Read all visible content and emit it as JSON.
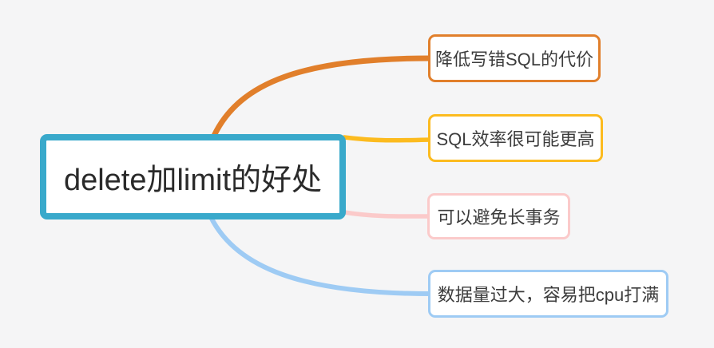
{
  "canvas": {
    "background": "#f5f5f6"
  },
  "root_node": {
    "label": "delete加limit的好处",
    "border_color": "#39a9cb"
  },
  "branch_nodes": [
    {
      "label": "降低写错SQL的代价",
      "color": "#e17f2b"
    },
    {
      "label": "SQL效率很可能更高",
      "color": "#fcbb1f"
    },
    {
      "label": "可以避免长事务",
      "color": "#fbcaca"
    },
    {
      "label": "数据量过大，容易把cpu打满",
      "color": "#9ecbf4"
    }
  ]
}
